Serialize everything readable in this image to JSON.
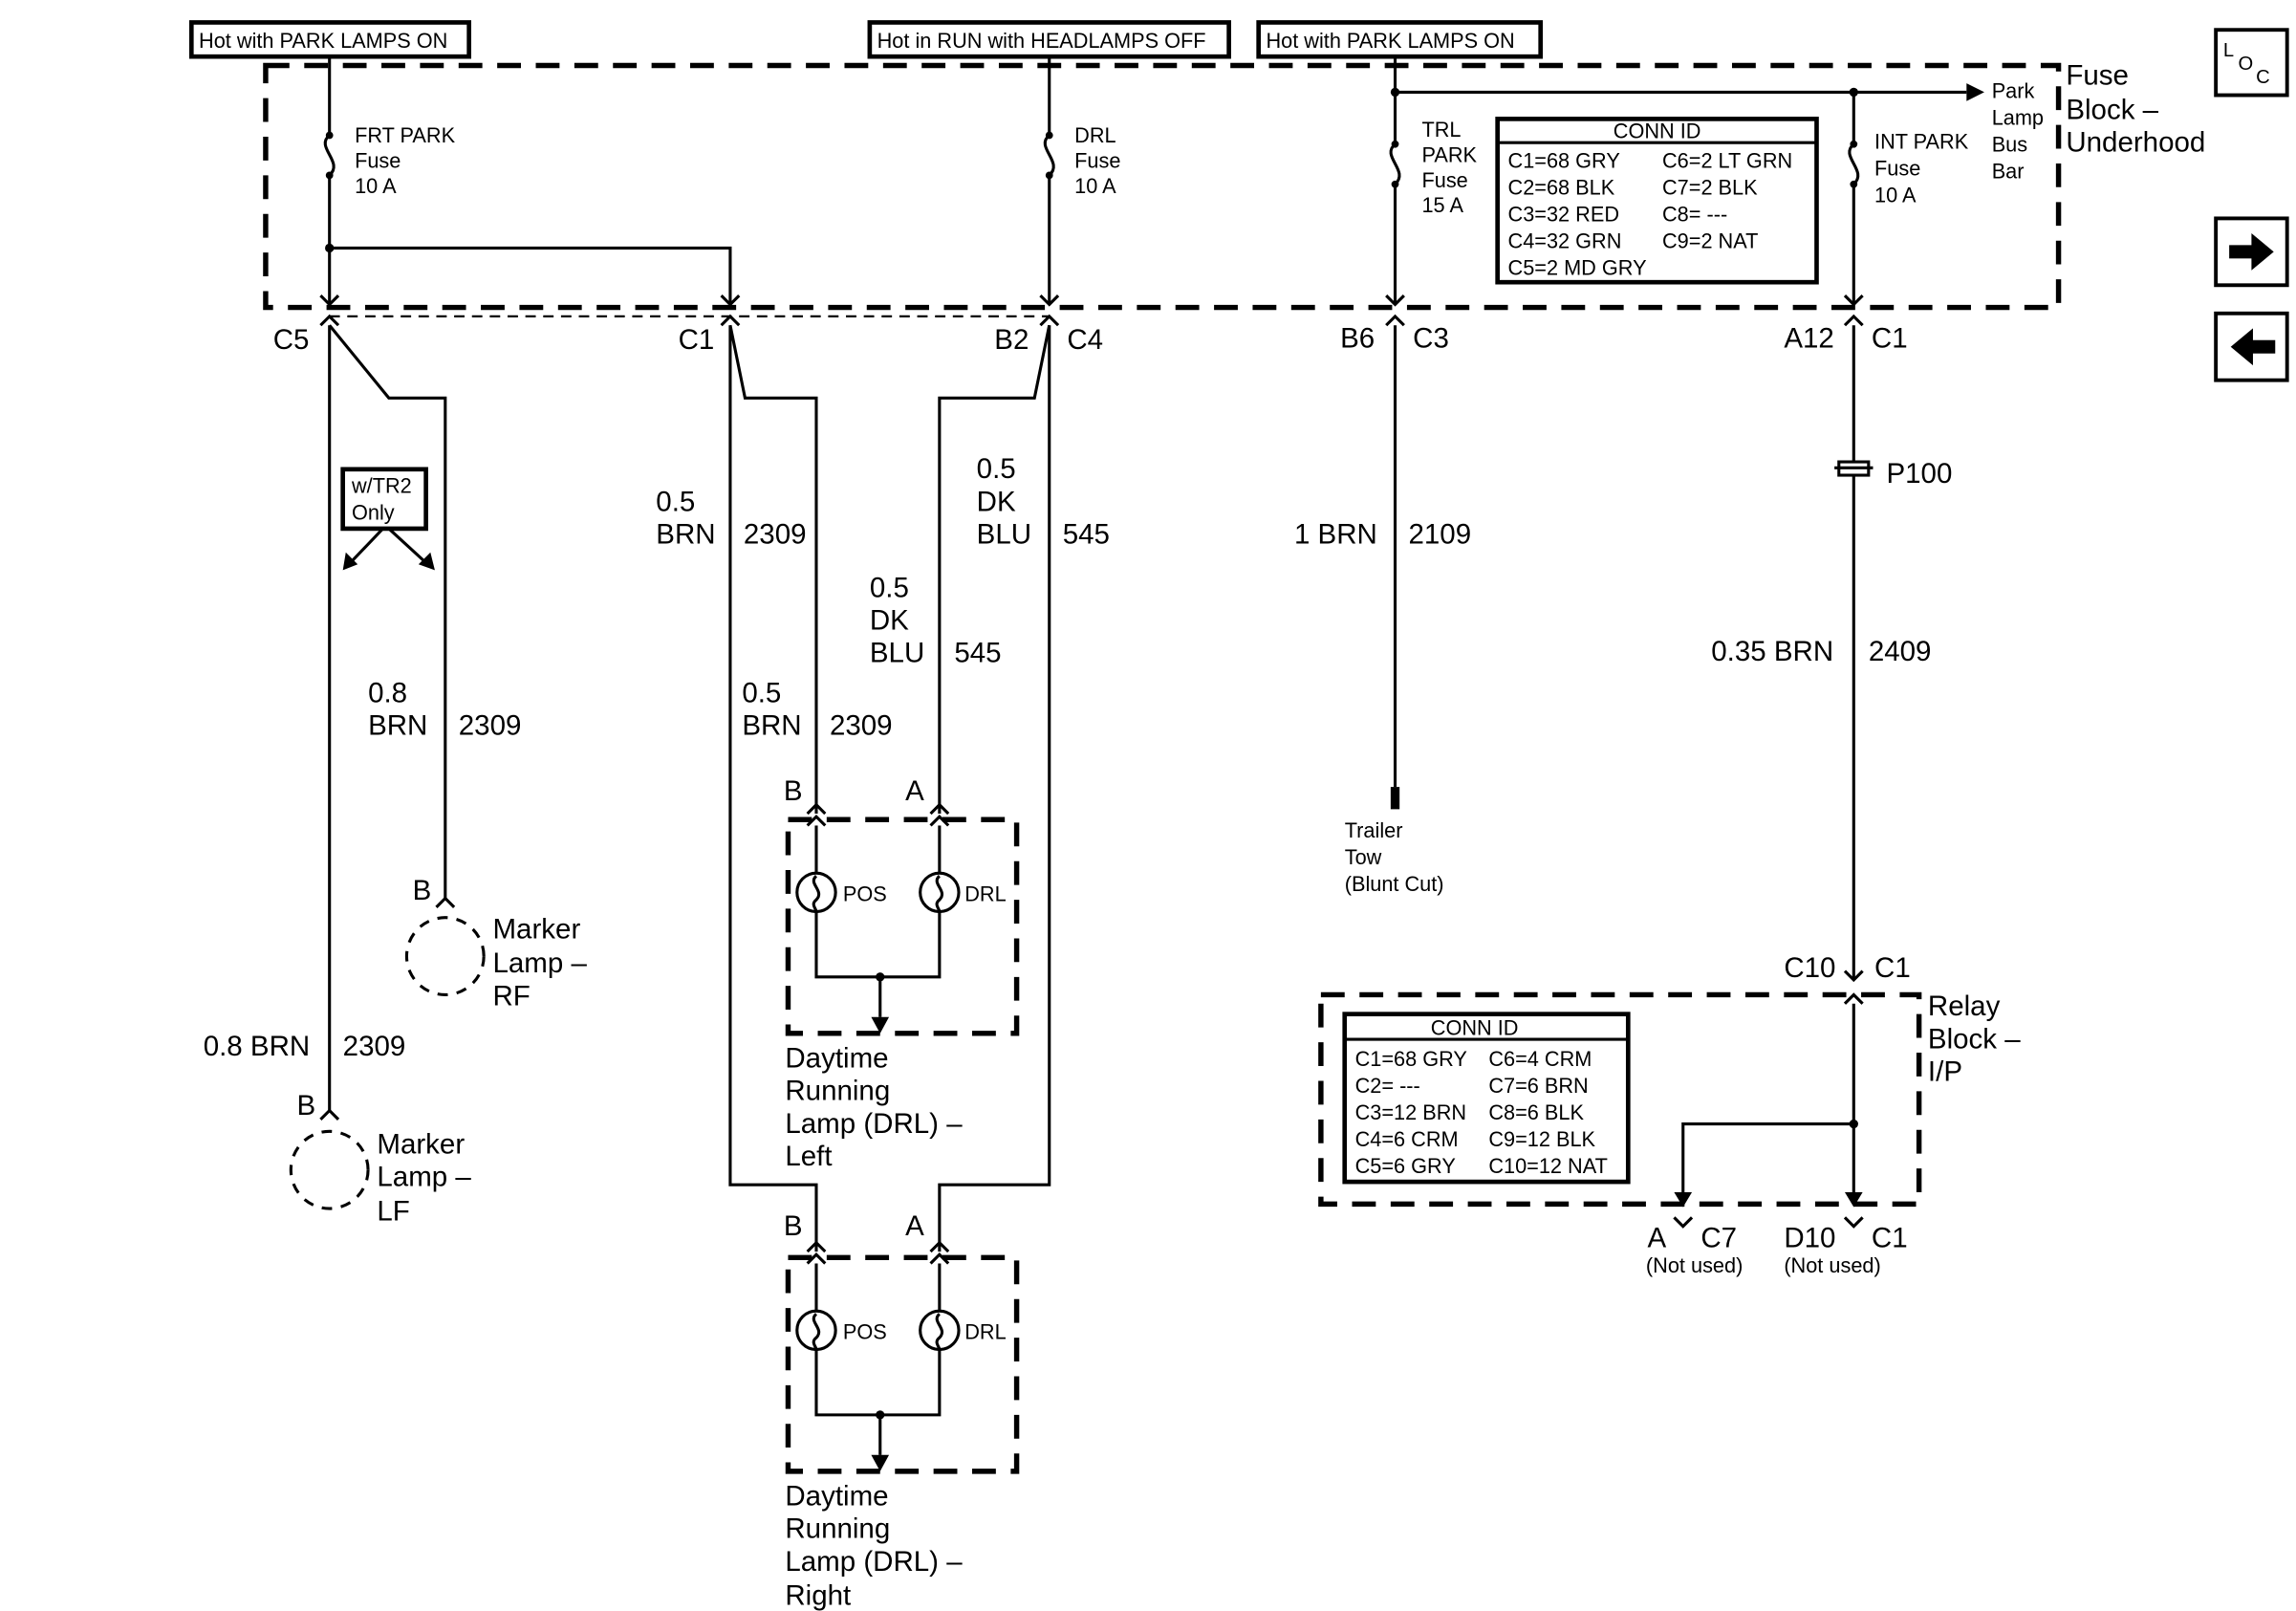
{
  "power_labels": [
    "Hot with PARK LAMPS ON",
    "Hot in RUN with HEADLAMPS OFF",
    "Hot with PARK LAMPS ON"
  ],
  "fuse_block": {
    "title": [
      "Fuse",
      "Block –",
      "Underhood"
    ],
    "fuses": [
      {
        "lines": [
          "FRT PARK",
          "Fuse",
          "10 A"
        ]
      },
      {
        "lines": [
          "DRL",
          "Fuse",
          "10 A"
        ]
      },
      {
        "lines": [
          "TRL",
          "PARK",
          "Fuse",
          "15 A"
        ]
      },
      {
        "lines": [
          "INT PARK",
          "Fuse",
          "10 A"
        ]
      }
    ],
    "bus_bar": [
      "Park",
      "Lamp",
      "Bus",
      "Bar"
    ],
    "conn_id": {
      "title": "CONN ID",
      "left": [
        "C1=68 GRY",
        "C2=68 BLK",
        "C3=32 RED",
        "C4=32 GRN",
        "C5=2 MD GRY"
      ],
      "right": [
        "C6=2 LT GRN",
        "C7=2 BLK",
        "C8= ---",
        "C9=2 NAT"
      ]
    }
  },
  "connectors": {
    "c5": "C5",
    "c1": "C1",
    "b2": "B2",
    "c4": "C4",
    "b6": "B6",
    "c3": "C3",
    "a12": "A12",
    "c1b": "C1"
  },
  "wires": {
    "w1_size": "0.5",
    "w1_color": "BRN",
    "w1_circuit": "2309",
    "w2_size": "0.5",
    "w2_color1": "DK",
    "w2_color2": "BLU",
    "w2_circuit": "545",
    "w3_size": "0.5",
    "w3_color1": "DK",
    "w3_color2": "BLU",
    "w3_circuit": "545",
    "w4_size": "0.5",
    "w4_color": "BRN",
    "w4_circuit": "2309",
    "w5_size": "0.8",
    "w5_color": "BRN",
    "w5_circuit": "2309",
    "w6_label": "0.8 BRN",
    "w6_circuit": "2309",
    "w7_label": "1 BRN",
    "w7_circuit": "2109",
    "w8_label": "0.35 BRN",
    "w8_circuit": "2409"
  },
  "option_box": [
    "w/TR2",
    "Only"
  ],
  "splice": "P100",
  "trailer": [
    "Trailer",
    "Tow",
    "(Blunt Cut)"
  ],
  "marker_rf": {
    "pin": "B",
    "lines": [
      "Marker",
      "Lamp –",
      "RF"
    ]
  },
  "marker_lf": {
    "pin": "B",
    "lines": [
      "Marker",
      "Lamp –",
      "LF"
    ]
  },
  "drl_left": {
    "pin_b": "B",
    "pin_a": "A",
    "pos": "POS",
    "drl": "DRL",
    "lines": [
      "Daytime",
      "Running",
      "Lamp (DRL) –",
      "Left"
    ]
  },
  "drl_right": {
    "pin_b": "B",
    "pin_a": "A",
    "pos": "POS",
    "drl": "DRL",
    "lines": [
      "Daytime",
      "Running",
      "Lamp (DRL) –",
      "Right"
    ]
  },
  "relay_block": {
    "title": [
      "Relay",
      "Block –",
      "I/P"
    ],
    "top_c10": "C10",
    "top_c1": "C1",
    "conn_id": {
      "title": "CONN ID",
      "left": [
        "C1=68 GRY",
        "C2= ---",
        "C3=12 BRN",
        "C4=6 CRM",
        "C5=6 GRY"
      ],
      "right": [
        "C6=4 CRM",
        "C7=6 BRN",
        "C8=6 BLK",
        "C9=12 BLK",
        "C10=12 NAT"
      ]
    },
    "out_a": "A",
    "out_c7": "C7",
    "out_a_note": "(Not used)",
    "out_d10": "D10",
    "out_c1": "C1",
    "out_d10_note": "(Not used)"
  },
  "nav": {
    "loc_l": "L",
    "loc_o": "O",
    "loc_c": "C",
    "next_icon": "arrow-right-icon",
    "prev_icon": "arrow-left-icon"
  }
}
